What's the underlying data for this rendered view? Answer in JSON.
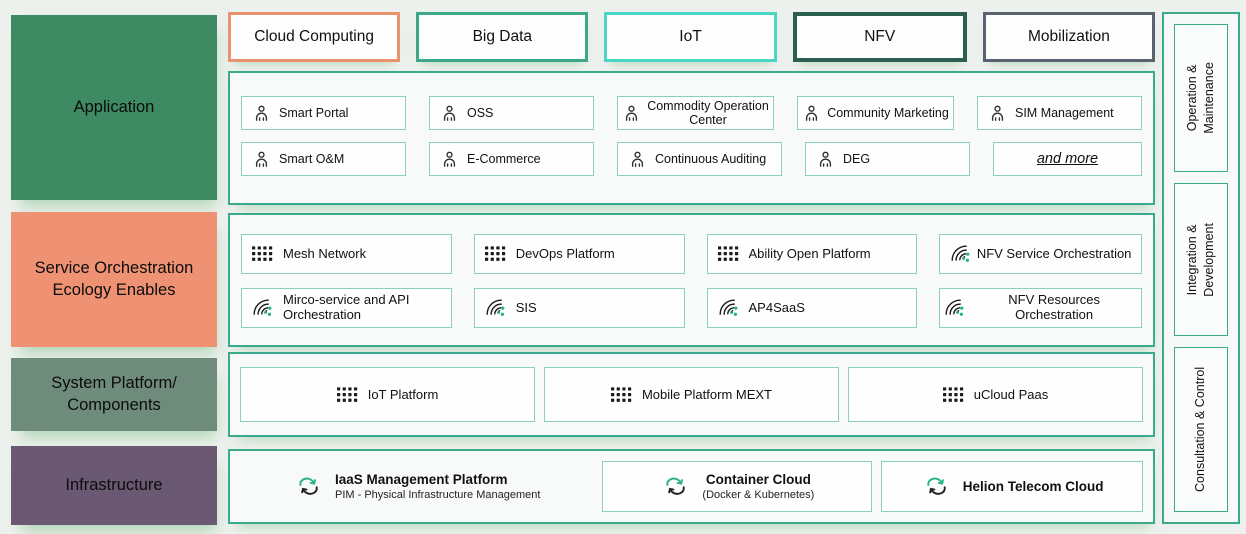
{
  "layers": [
    {
      "label": "Application",
      "color": "#3e8a62"
    },
    {
      "label": "Service Orchestration Ecology Enables",
      "color": "#ef9274"
    },
    {
      "label": "System Platform/ Components",
      "color": "#6e8b7c"
    },
    {
      "label": "Infrastructure",
      "color": "#6b5873"
    }
  ],
  "categories": [
    {
      "label": "Cloud Computing",
      "border": "#e8926e"
    },
    {
      "label": "Big Data",
      "border": "#3ca888"
    },
    {
      "label": "IoT",
      "border": "#4ad5c5"
    },
    {
      "label": "NFV",
      "border": "#2c5f4f"
    },
    {
      "label": "Mobilization",
      "border": "#59636f"
    }
  ],
  "application": {
    "rows": [
      [
        {
          "label": "Smart Portal",
          "icon": "person-icon"
        },
        {
          "label": "OSS",
          "icon": "person-icon"
        },
        {
          "label": "Commodity Operation Center",
          "icon": "person-icon"
        },
        {
          "label": "Community Marketing",
          "icon": "person-icon"
        },
        {
          "label": "SIM Management",
          "icon": "person-icon"
        }
      ],
      [
        {
          "label": "Smart O&M",
          "icon": "person-icon"
        },
        {
          "label": "E-Commerce",
          "icon": "person-icon"
        },
        {
          "label": "Continuous Auditing",
          "icon": "person-icon"
        },
        {
          "label": "DEG",
          "icon": "person-icon"
        },
        {
          "label": "and more",
          "icon": "none"
        }
      ]
    ]
  },
  "service_orchestration": {
    "rows": [
      [
        {
          "label": "Mesh Network",
          "icon": "grid-icon"
        },
        {
          "label": "DevOps Platform",
          "icon": "grid-icon"
        },
        {
          "label": "Ability Open Platform",
          "icon": "grid-icon"
        },
        {
          "label": "NFV Service Orchestration",
          "icon": "orchestration-icon"
        }
      ],
      [
        {
          "label": "Mirco-service and API Orchestration",
          "icon": "orchestration-icon"
        },
        {
          "label": "SIS",
          "icon": "orchestration-icon"
        },
        {
          "label": "AP4SaaS",
          "icon": "orchestration-icon"
        },
        {
          "label": "NFV Resources Orchestration",
          "icon": "orchestration-icon"
        }
      ]
    ]
  },
  "system_platform": {
    "items": [
      {
        "label": "IoT Platform",
        "icon": "grid-icon"
      },
      {
        "label": "Mobile Platform MEXT",
        "icon": "grid-icon"
      },
      {
        "label": "uCloud Paas",
        "icon": "grid-icon"
      }
    ]
  },
  "infrastructure": {
    "items": [
      {
        "title": "IaaS Management Platform",
        "subtitle": "PIM - Physical Infrastructure Management",
        "icon": "cloud-sync-icon"
      },
      {
        "title": "Container Cloud",
        "subtitle": "(Docker & Kubernetes)",
        "icon": "cloud-sync-icon"
      },
      {
        "title": "Helion Telecom Cloud",
        "subtitle": "",
        "icon": "cloud-sync-icon"
      }
    ]
  },
  "right_sections": [
    {
      "label": "Operation & Maintenance"
    },
    {
      "label": "Integration & Development"
    },
    {
      "label": "Consultation & Control"
    }
  ],
  "colors": {
    "panel_border": "#3aa98c",
    "item_border": "#8ad0bc",
    "icon_accent": "#2bb381",
    "icon_dark": "#222222",
    "background": "#edf1ed"
  }
}
